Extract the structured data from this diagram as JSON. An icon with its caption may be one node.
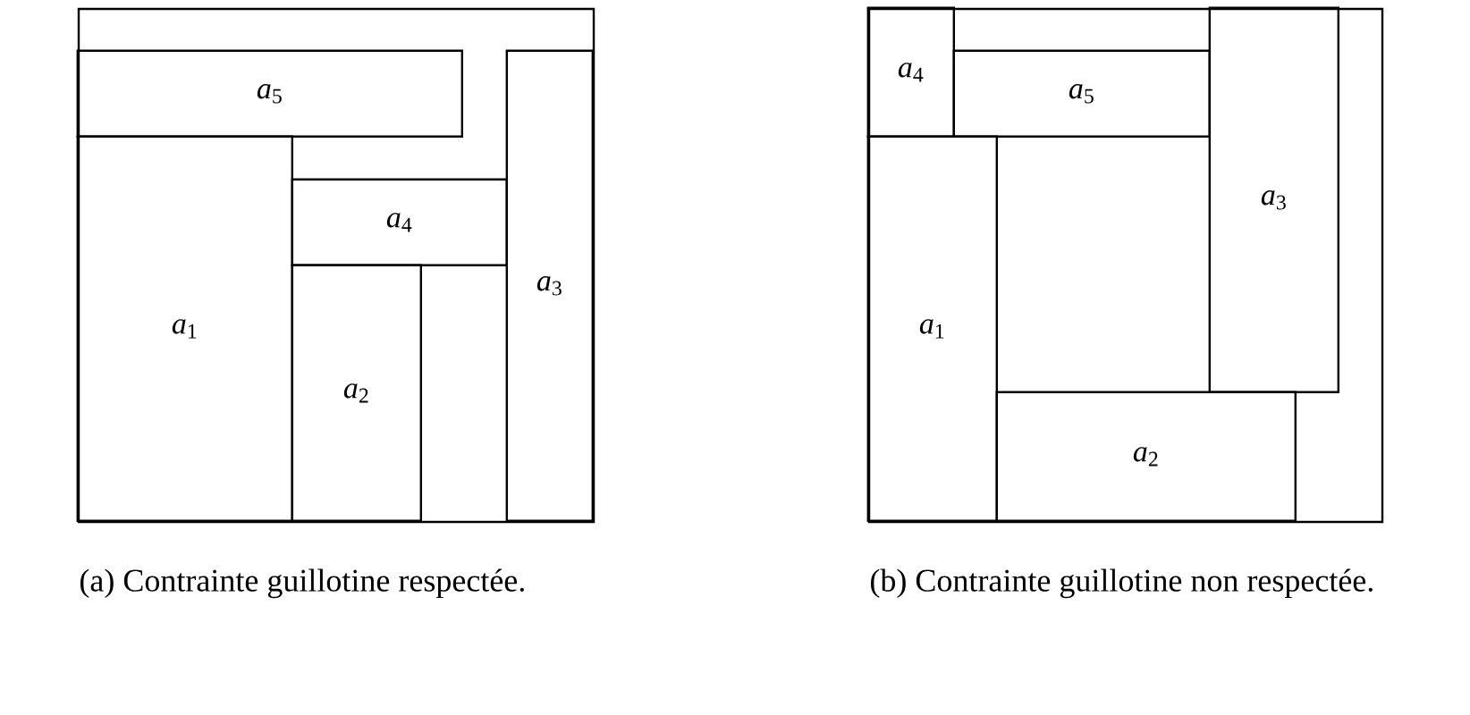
{
  "diagram": {
    "nodes": [
      {
        "text": [],
        "shape": "box"
      },
      {
        "text": [
          "*a*$_{5}$"
        ],
        "in": 0
      },
      {
        "text": [
          "*a*$_{4}$"
        ],
        "in": 0
      },
      {
        "text": [
          "*a*$_{1}$"
        ],
        "in": 0
      },
      {
        "text": [
          "*a*$_{3}$"
        ],
        "in": 0
      },
      {
        "text": [
          "*a*$_{2}$"
        ],
        "in": 0
      },
      {
        "text": [],
        "shape": "box"
      },
      {
        "text": [
          "*a*$_{4}$"
        ],
        "in": 6
      },
      {
        "text": [
          "*a*$_{5}$"
        ],
        "in": 6
      },
      {
        "text": [
          "*a*$_{3}$"
        ],
        "in": 6
      },
      {
        "text": [
          "*a*$_{1}$"
        ],
        "in": 6
      },
      {
        "text": [
          "*a*$_{2}$"
        ],
        "in": 6
      }
    ],
    "labels": [
      "(a) Contrainte guillotine respectée.",
      "(b) Contrainte guillotine non respectée."
    ]
  }
}
